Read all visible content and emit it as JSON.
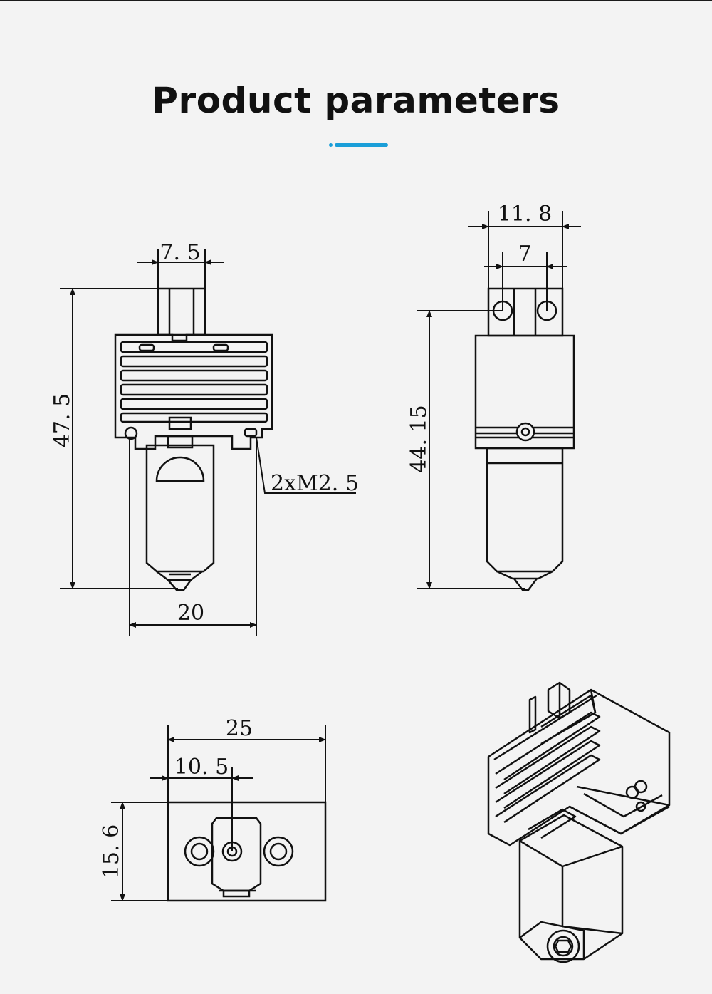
{
  "title": "Product parameters",
  "accent_color": "#1a9ed8",
  "views": {
    "front": {
      "dim_top": "7. 5",
      "dim_height": "47. 5",
      "dim_width": "20",
      "screw_label": "2xM2. 5"
    },
    "side": {
      "dim_outer": "11. 8",
      "dim_inner": "7",
      "dim_height": "44. 15"
    },
    "bottom": {
      "dim_width": "25",
      "dim_offset": "10. 5",
      "dim_height": "15. 6"
    },
    "isometric": {}
  }
}
